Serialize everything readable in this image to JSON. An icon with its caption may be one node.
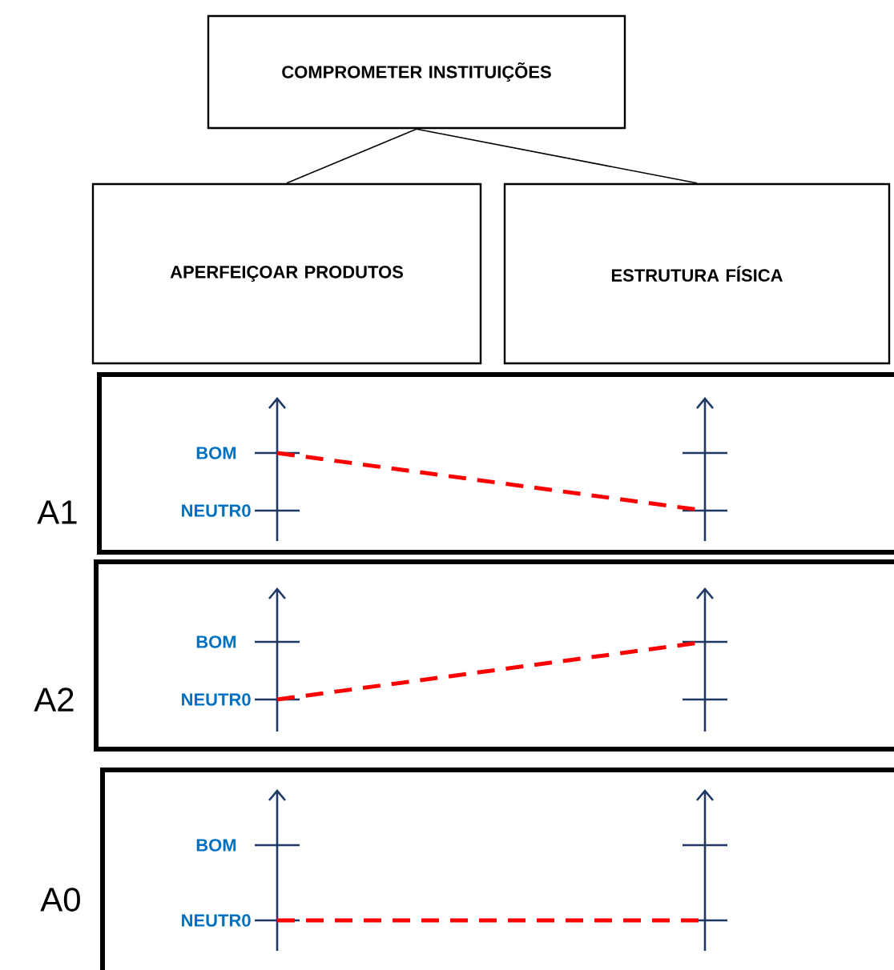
{
  "diagram": {
    "nodes": [
      {
        "text": [
          "COMPROMETER INSTITUIÇÕES"
        ]
      },
      {
        "text": [
          "APERFEIÇOAR PRODUTOS"
        ]
      },
      {
        "text": [
          "ESTRUTURA FÍSICA"
        ]
      },
      {
        "text": [
          "A1"
        ]
      },
      {
        "text": [
          "A2"
        ]
      },
      {
        "text": [
          "A0"
        ]
      }
    ],
    "edges": [
      {
        "from": 0,
        "to": 1,
        "arrow": "none"
      },
      {
        "from": 0,
        "to": 2,
        "arrow": "none"
      }
    ],
    "labels": [
      "BOM",
      "NEUTR0",
      "BOM",
      "NEUTR0",
      "BOM",
      "NEUTR0"
    ]
  }
}
